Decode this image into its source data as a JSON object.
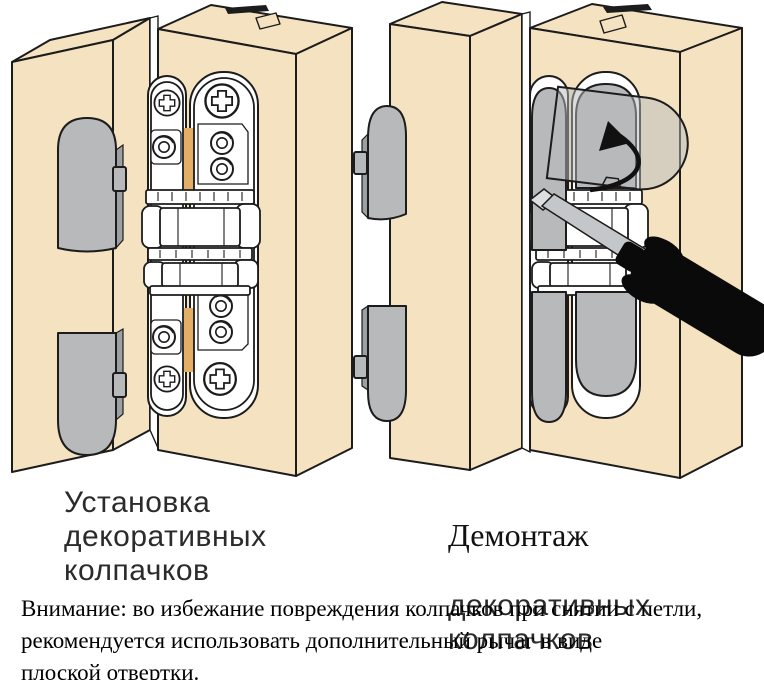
{
  "figure": {
    "left_panel": {
      "caption": "Установка\nдекоративных\nколпачков"
    },
    "right_panel": {
      "caption_title": "Демонтаж",
      "caption": "декоративных\nколпачков"
    },
    "note": "Внимание: во избежание повреждения колпачков при снятии с петли,\nрекомендуется использовать дополнительный рычаг в виде\nплоской отвертки."
  },
  "colors": {
    "wood": "#f5e2c1",
    "mortise": "#e5ae66",
    "cap": "#b7b9bb",
    "cap-shade": "#9da0a3",
    "metal-white": "#ffffff",
    "outline": "#1c1c1c",
    "shaft": "#c4c7c9",
    "shaft-tip": "#dcdee0",
    "handle": "#0a0a0a",
    "arrow": "#111111",
    "caption-sans": "#2b2b2b",
    "caption-serif": "#111111",
    "note-text": "#000000"
  }
}
